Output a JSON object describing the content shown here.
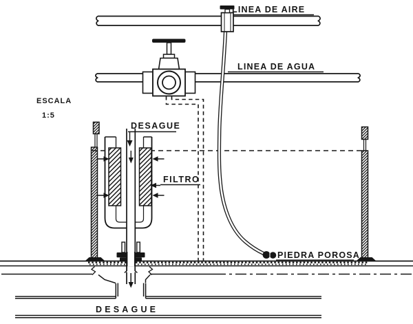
{
  "figure": {
    "background": "#ffffff",
    "ink": "#161616",
    "labels": {
      "air_line": "LINEA DE AIRE",
      "water_line": "LINEA DE AGUA",
      "scale_title": "ESCALA",
      "scale_value": "1:5",
      "drain_top": "DESAGUE",
      "filter": "FILTRO",
      "porous_stone": "PIEDRA POROSA",
      "drain_bottom": "DESAGUE"
    }
  }
}
